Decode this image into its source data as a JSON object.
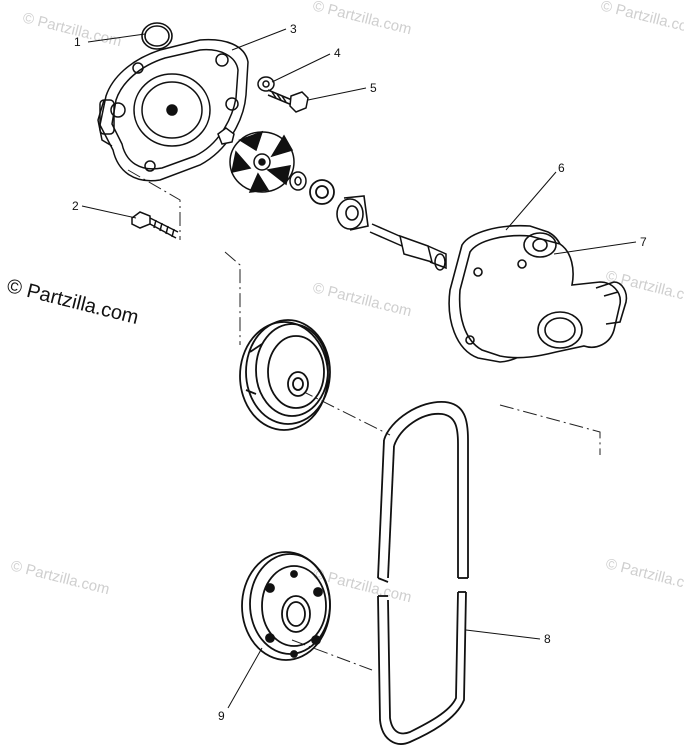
{
  "watermark_text": "© Partzilla.com",
  "brand_label": "© Partzilla.com",
  "callouts": [
    "1",
    "2",
    "3",
    "4",
    "5",
    "6",
    "7",
    "8",
    "9"
  ]
}
